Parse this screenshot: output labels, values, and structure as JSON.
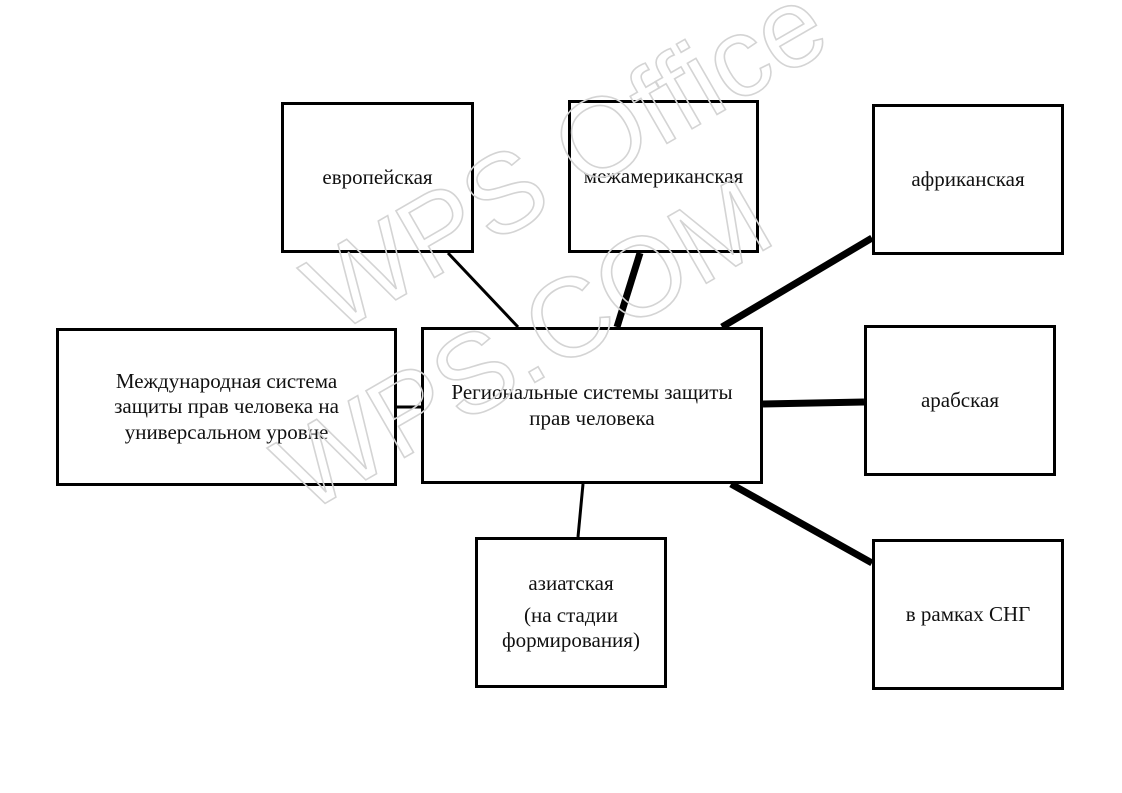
{
  "diagram": {
    "center": {
      "label": "Региональные системы защиты\nправ человека"
    },
    "international": {
      "label": "Международная система\nзащиты прав человека на\nуниверсальном уровне"
    },
    "branches": {
      "european": {
        "label": "европейская"
      },
      "interamerican": {
        "label": "межамериканская"
      },
      "african": {
        "label": "африканская"
      },
      "arab": {
        "label": "арабская"
      },
      "cis": {
        "label": "в рамках СНГ"
      },
      "asian": {
        "label": "азиатская",
        "note": "(на стадии\nформирования)"
      }
    }
  },
  "watermark": {
    "line1": "WPS Office",
    "line2": "WPS.COM"
  },
  "colors": {
    "stroke": "#000000",
    "background": "#ffffff",
    "watermark": "#d4d4d4"
  }
}
